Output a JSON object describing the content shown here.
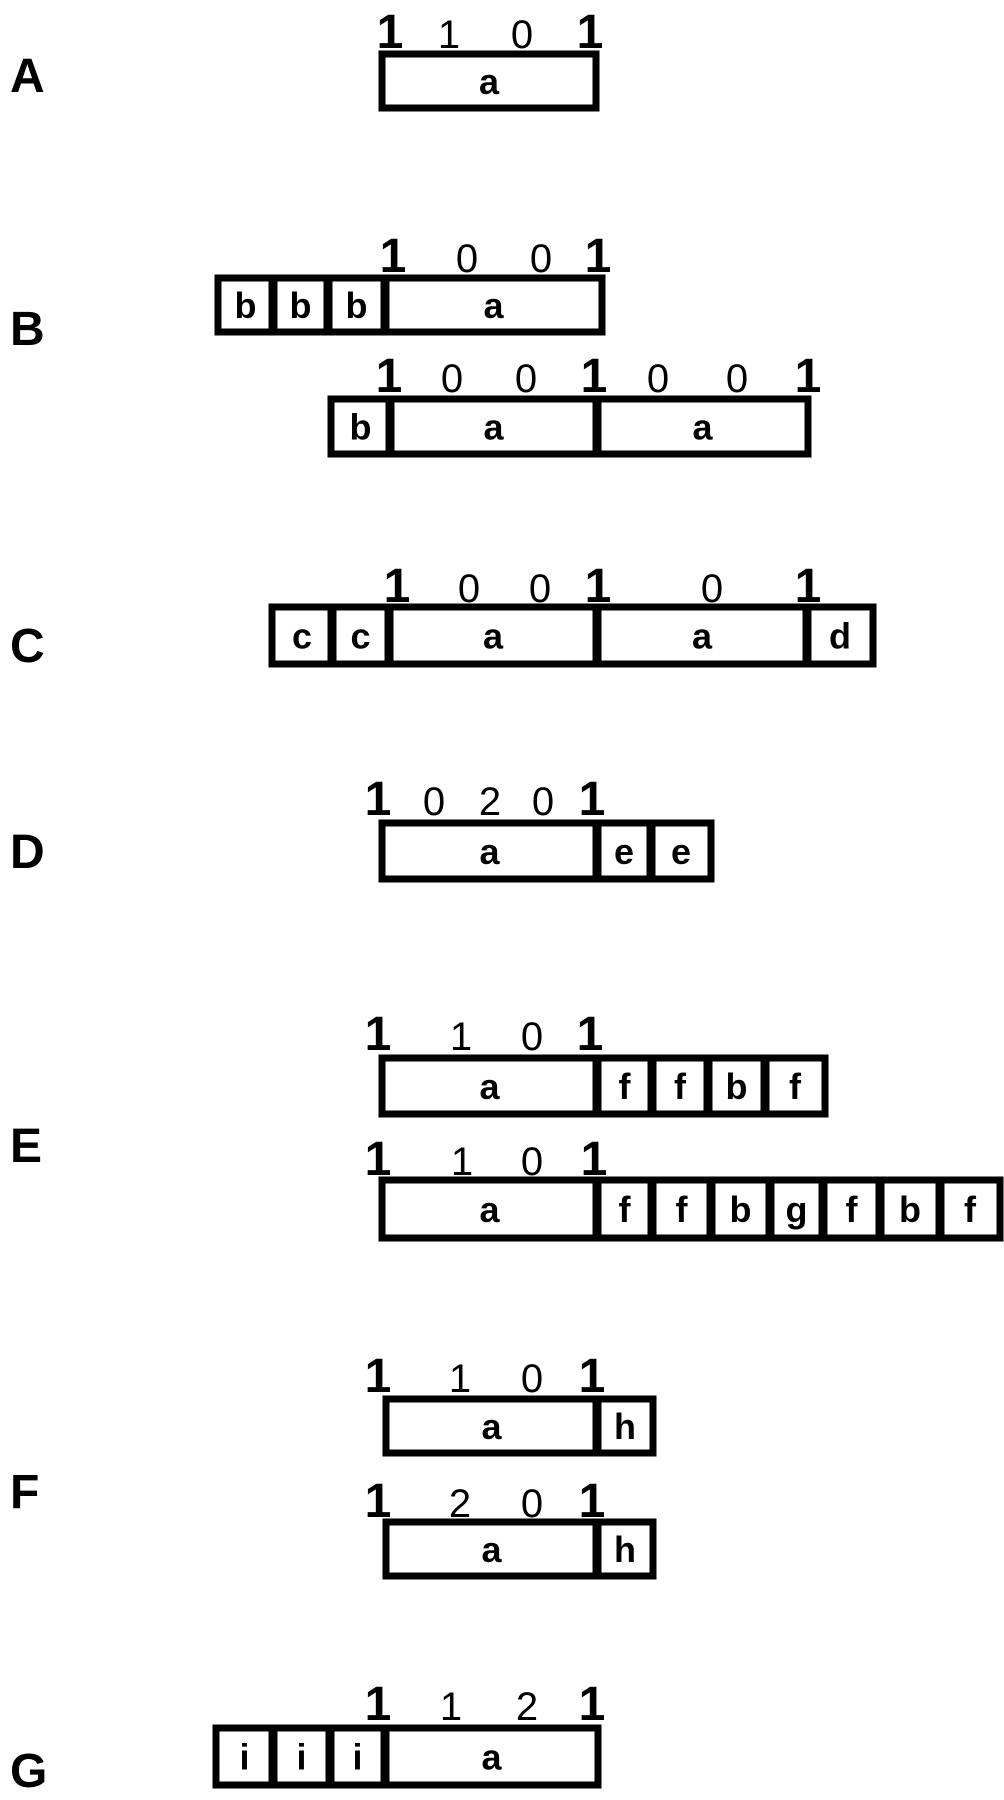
{
  "panels": [
    {
      "label": "A",
      "rows": [
        {
          "numbers": [
            "1",
            "1",
            "0",
            "1"
          ],
          "segments": [
            "a"
          ]
        }
      ]
    },
    {
      "label": "B",
      "rows": [
        {
          "numbers": [
            "1",
            "0",
            "0",
            "1"
          ],
          "segments": [
            "b",
            "b",
            "b",
            "a"
          ]
        },
        {
          "numbers": [
            "1",
            "0",
            "0",
            "1",
            "0",
            "0",
            "1"
          ],
          "segments": [
            "b",
            "a",
            "a"
          ]
        }
      ]
    },
    {
      "label": "C",
      "rows": [
        {
          "numbers": [
            "1",
            "0",
            "0",
            "1",
            "0",
            "1"
          ],
          "segments": [
            "c",
            "c",
            "a",
            "a",
            "d"
          ]
        }
      ]
    },
    {
      "label": "D",
      "rows": [
        {
          "numbers": [
            "1",
            "0",
            "2",
            "0",
            "1"
          ],
          "segments": [
            "a",
            "e",
            "e"
          ]
        }
      ]
    },
    {
      "label": "E",
      "rows": [
        {
          "numbers": [
            "1",
            "1",
            "0",
            "1"
          ],
          "segments": [
            "a",
            "f",
            "f",
            "b",
            "f"
          ]
        },
        {
          "numbers": [
            "1",
            "1",
            "0",
            "1"
          ],
          "segments": [
            "a",
            "f",
            "f",
            "b",
            "g",
            "f",
            "b",
            "f"
          ]
        }
      ]
    },
    {
      "label": "F",
      "rows": [
        {
          "numbers": [
            "1",
            "1",
            "0",
            "1"
          ],
          "segments": [
            "a",
            "h"
          ]
        },
        {
          "numbers": [
            "1",
            "2",
            "0",
            "1"
          ],
          "segments": [
            "a",
            "h"
          ]
        }
      ]
    },
    {
      "label": "G",
      "rows": [
        {
          "numbers": [
            "1",
            "1",
            "2",
            "1"
          ],
          "segments": [
            "i",
            "i",
            "i",
            "a"
          ]
        }
      ]
    }
  ]
}
